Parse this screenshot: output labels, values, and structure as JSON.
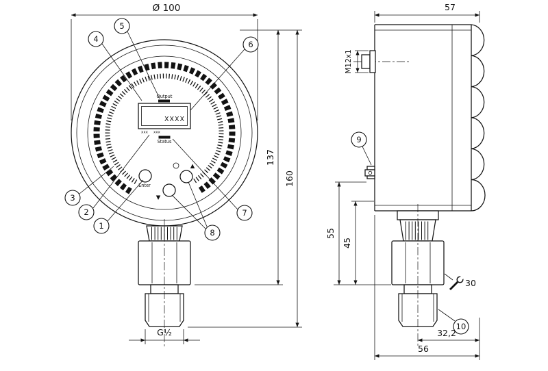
{
  "drawing": {
    "front": {
      "dim_diameter": "Ø 100",
      "dim_height_mid": "137",
      "dim_height_total": "160",
      "dim_thread": "G½",
      "display": {
        "output_label": "Output",
        "annunciator_left": "xxx",
        "annunciator_right": "xxx",
        "value": "XXXX",
        "status_label": "Status"
      },
      "buttons": {
        "enter_label": "Enter",
        "up_symbol": "▲",
        "down_symbol": "▼"
      }
    },
    "side": {
      "dim_depth_top": "57",
      "dim_connector": "M12x1",
      "dim_vent": "55",
      "dim_case": "45",
      "wrench_size": "30",
      "dim_offset": "32,2",
      "dim_depth_bottom": "56"
    },
    "callouts": {
      "c1": "1",
      "c2": "2",
      "c3": "3",
      "c4": "4",
      "c5": "5",
      "c6": "6",
      "c7": "7",
      "c8": "8",
      "c9": "9",
      "c10": "10"
    }
  }
}
